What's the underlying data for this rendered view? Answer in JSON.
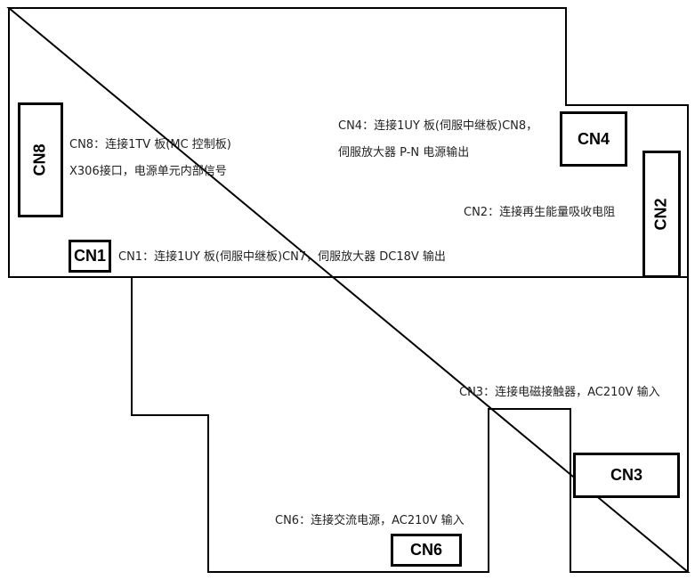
{
  "connectors": {
    "cn8": "CN8",
    "cn4": "CN4",
    "cn2": "CN2",
    "cn1": "CN1",
    "cn3": "CN3",
    "cn6": "CN6"
  },
  "descriptions": {
    "cn8_line1": "CN8：连接1TV 板(MC 控制板)",
    "cn8_line2": "X306接口，电源单元内部信号",
    "cn4_line1": "CN4：连接1UY 板(伺服中继板)CN8，",
    "cn4_line2": "伺服放大器 P-N 电源输出",
    "cn2": "CN2：连接再生能量吸收电阻",
    "cn1": "CN1：连接1UY 板(伺服中继板)CN7，伺服放大器 DC18V 输出",
    "cn3": "CN3：连接电磁接触器，AC210V 输入",
    "cn6": "CN6：连接交流电源，AC210V 输入"
  }
}
